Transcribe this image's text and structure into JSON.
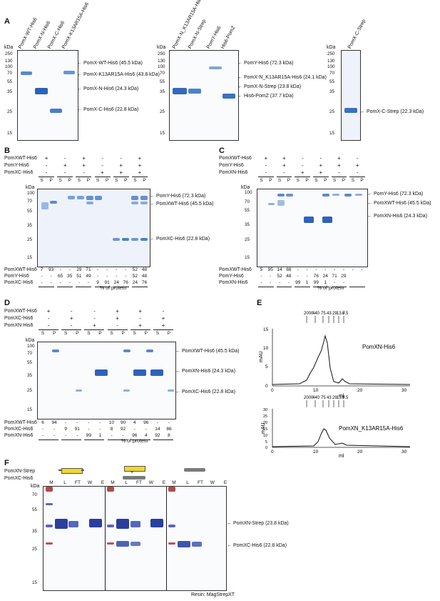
{
  "panels": {
    "A": {
      "letter": "A"
    },
    "B": {
      "letter": "B"
    },
    "C": {
      "letter": "C"
    },
    "D": {
      "letter": "D"
    },
    "E": {
      "letter": "E"
    },
    "F": {
      "letter": "F"
    }
  },
  "kda": "kDa",
  "markers_A": [
    "250",
    "130",
    "100",
    "70",
    "55",
    "35",
    "25",
    "15"
  ],
  "markers_B": [
    "100",
    "70",
    "55",
    "35",
    "25",
    "15"
  ],
  "markers_F": [
    "70",
    "55",
    "35",
    "25",
    "15"
  ],
  "A1_lanes": [
    "PomX-WT-His6",
    "PomX-N-His6",
    "PomX-C-His6",
    "PomX-K13AR15A-His6"
  ],
  "A1_labels": [
    "PomX-WT-His6 (45.5 kDa)",
    "PomX-K13AR15A-His6 (43.8 kDa)",
    "PomX-N-His6 (24.3 kDa)",
    "PomX-C-His6 (22.8 kDa)"
  ],
  "A2_lanes": [
    "PomX-N_K13AR15A-His6",
    "PomX-N-Strep",
    "PomY-His6",
    "His6-PomZ"
  ],
  "A2_labels": [
    "PomY-His6 (72.3 kDa)",
    "PomX-N_K13AR15A-His6 (24.1 kDa)",
    "PomX-N-Strep (23.8 kDa)",
    "His6-PomZ (37.7 kDa)"
  ],
  "A3_lanes": [
    "PomX-C-Strep"
  ],
  "A3_labels": [
    "PomX-C-Strep (22.3 kDa)"
  ],
  "B_rows": [
    "PomXWT-His6",
    "PomY-His6",
    "PomXC-His6"
  ],
  "B_signs": [
    [
      "+",
      "-",
      "+",
      "-",
      "-",
      "+"
    ],
    [
      "-",
      "+",
      "+",
      "-",
      "+",
      "+"
    ],
    [
      "-",
      "-",
      "-",
      "+",
      "+",
      "+"
    ]
  ],
  "B_labels": [
    "PomY-His6 (72.3 kDa)",
    "PomXWT-His6 (45.5 kDa)",
    "PomXC-His6 (22.8 kDa)"
  ],
  "B_nums": [
    [
      "7",
      "93",
      "-",
      "-",
      "29",
      "71",
      "-",
      "-",
      "-",
      "-",
      "52",
      "48"
    ],
    [
      "-",
      "-",
      "65",
      "35",
      "51",
      "49",
      "-",
      "-",
      "-",
      "-",
      "52",
      "48"
    ],
    [
      "-",
      "-",
      "-",
      "-",
      "-",
      "-",
      "9",
      "91",
      "24",
      "76",
      "24",
      "76"
    ]
  ],
  "C_rows": [
    "PomXWT-His6",
    "PomY-His6",
    "PomXN-His6"
  ],
  "C_signs": [
    [
      "+",
      "+",
      "-",
      "-",
      "+",
      "-"
    ],
    [
      "-",
      "+",
      "-",
      "+",
      "+",
      "+"
    ],
    [
      "-",
      "-",
      "+",
      "+",
      "-",
      "-"
    ]
  ],
  "C_labels": [
    "PomY-His6 (72.3 kDa)",
    "PomXWT-His6 (45.5 kDa)",
    "PomXN-His6 (24.3 kDa)"
  ],
  "C_nums": [
    [
      "5",
      "95",
      "14",
      "86",
      "-",
      "-",
      "-",
      "-",
      "-",
      "-",
      "-",
      "-"
    ],
    [
      "-",
      "-",
      "52",
      "48",
      "-",
      "-",
      "76",
      "24",
      "71",
      "29",
      "",
      ""
    ],
    [
      "-",
      "-",
      "-",
      "-",
      "99",
      "1",
      "99",
      "1",
      "-",
      "-",
      "",
      ""
    ]
  ],
  "D_rows": [
    "PomXWT-His6",
    "PomXC-His6",
    "PomXN-His6"
  ],
  "D_signs": [
    [
      "+",
      "-",
      "-",
      "+",
      "+",
      "-"
    ],
    [
      "-",
      "+",
      "-",
      "+",
      "-",
      "+"
    ],
    [
      "-",
      "-",
      "+",
      "-",
      "+",
      "+"
    ]
  ],
  "D_labels": [
    "PomXWT-His6 (45.5 kDa)",
    "PomXN-His6 (24.3 kDa)",
    "PomXC-His6 (22.8 kDa)"
  ],
  "D_nums": [
    [
      "6",
      "94",
      "-",
      "-",
      "-",
      "-",
      "10",
      "90",
      "4",
      "96",
      "-",
      "-"
    ],
    [
      "-",
      "-",
      "9",
      "91",
      "-",
      "-",
      "8",
      "92",
      "-",
      "-",
      "14",
      "86"
    ],
    [
      "-",
      "-",
      "-",
      "-",
      "99",
      "1",
      "-",
      "-",
      "96",
      "4",
      "92",
      "8"
    ]
  ],
  "sp": [
    "S",
    "P"
  ],
  "pct_protein": "% of protein",
  "E": {
    "labels": [
      "PomXN-His6",
      "PomXN_K13AR15A-His6"
    ],
    "ylabel": "mAU",
    "xlabel": "ml",
    "standards": [
      "2000",
      "440",
      "75",
      "43",
      "29",
      "13.7",
      "6.5"
    ],
    "yticks": [
      "0",
      "5",
      "10",
      "15"
    ],
    "yticks2": [
      "0",
      "5",
      "10",
      "15",
      "20",
      "25",
      "30"
    ],
    "xticks": [
      "0",
      "10",
      "20",
      "30"
    ]
  },
  "F": {
    "rows": [
      "PomXN-Strep",
      "PomXC-His6"
    ],
    "lanes": [
      "M",
      "L",
      "FT",
      "W",
      "E"
    ],
    "plus": "+",
    "labels": [
      "PomXN-Strep (23.8 kDa)",
      "PomXC-His6 (22.8 kDa)"
    ],
    "resin": "Resin: MagStrepXT"
  }
}
